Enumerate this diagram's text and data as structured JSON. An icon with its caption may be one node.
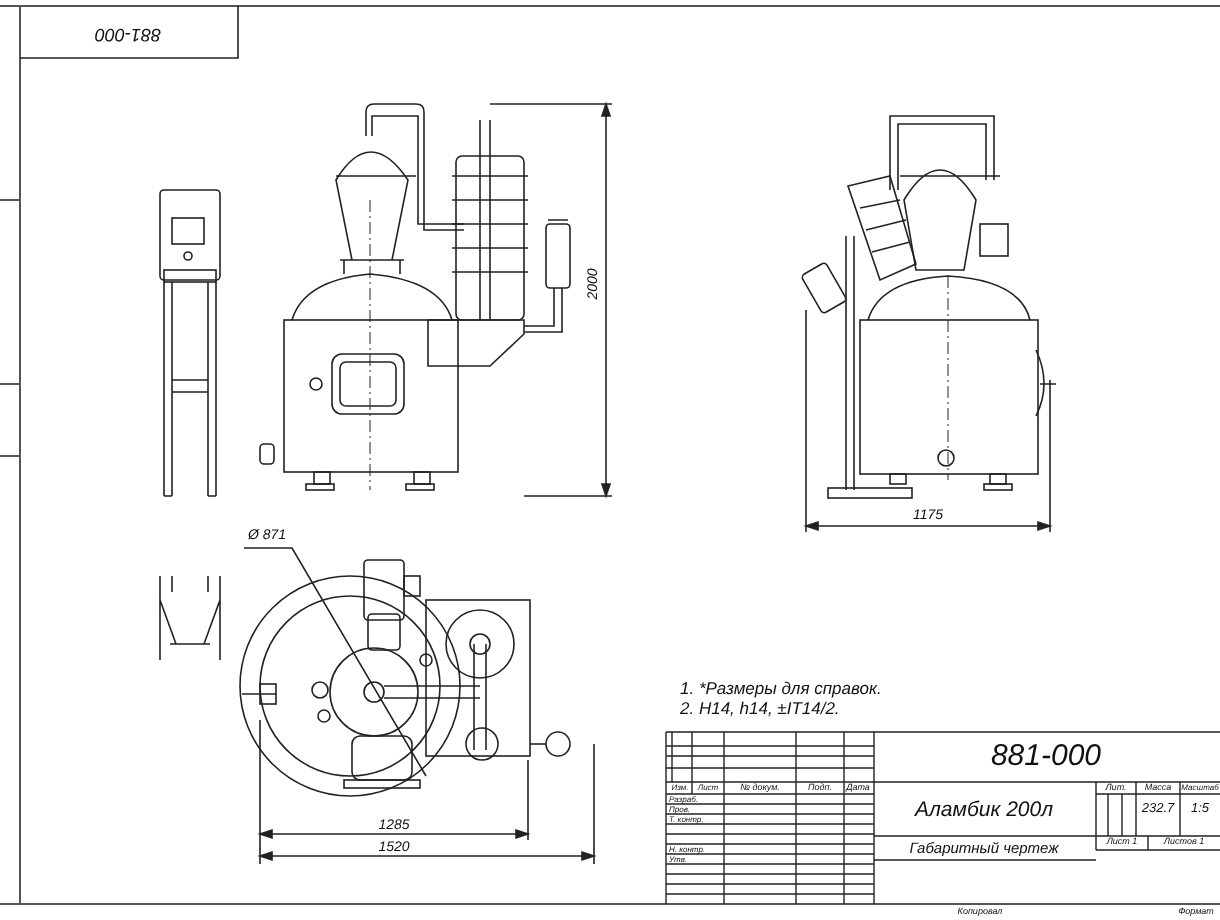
{
  "diagram": {
    "labels": [
      "881-000",
      "2000",
      "1175",
      "Ø 871",
      "1285",
      "1520",
      "1. *Размеры для справок.",
      "2. H14, h14, ±IT14/2.",
      "881-000",
      "Изм.",
      "Лист",
      "№ докум.",
      "Подп.",
      "Дата",
      "Лит.",
      "Масса",
      "Масштаб",
      "Разраб.",
      "Пров.",
      "Аламбик 200л",
      "232.7",
      "1:5",
      "Т. контр.",
      "Габаритный чертеж",
      "Лист 1",
      "Листов 1",
      "Н. контр.",
      "Утв.",
      "Копировал",
      "Формат"
    ]
  }
}
